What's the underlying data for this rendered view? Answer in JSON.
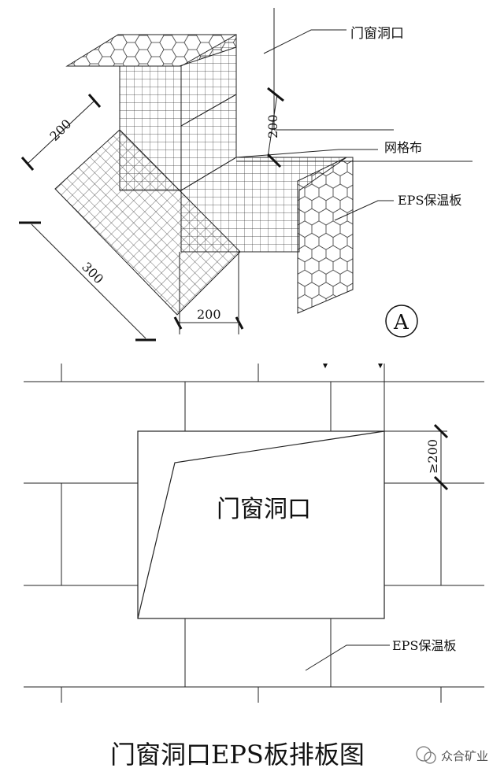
{
  "detail_a": {
    "labels": {
      "opening": "门窗洞口",
      "mesh": "网格布",
      "eps": "EPS保温板"
    },
    "dimensions": {
      "diag_upper": "200",
      "diag_lower": "300",
      "vertical": "200",
      "horizontal": "200"
    },
    "marker": "A"
  },
  "layout_plan": {
    "opening_label": "门窗洞口",
    "eps_label": "EPS保温板",
    "dimension": "≥200"
  },
  "caption": "门窗洞口EPS板排板图",
  "watermark": "众合矿业"
}
